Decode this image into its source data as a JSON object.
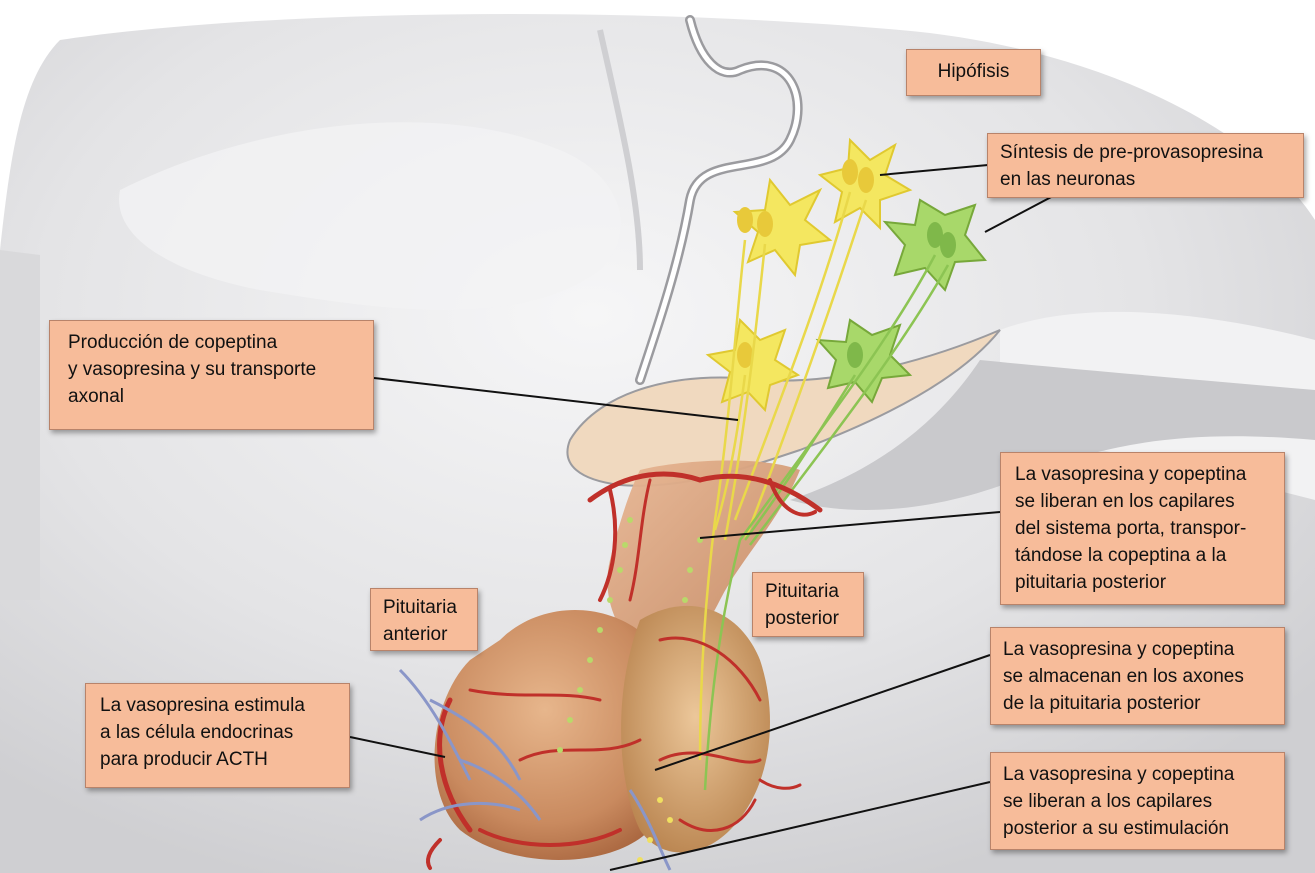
{
  "colors": {
    "label_fill": "#f7bc9a",
    "label_border": "#b8836a",
    "vessel_red": "#c0302a",
    "neuron_yellow": "#f2e34a",
    "neuron_green": "#9bd15a",
    "gland_tan": "#d9a57a",
    "brain_gray": "#e6e6e8"
  },
  "labels": {
    "hipofisis": [
      "Hipófisis"
    ],
    "sintesis": [
      "Síntesis de pre-provasopresina",
      "en las neuronas"
    ],
    "produccion": [
      "Producción de copeptina",
      "y vasopresina y su transporte",
      "axonal"
    ],
    "liberan_porta": [
      "La vasopresina y copeptina",
      "se liberan en los capilares",
      "del sistema porta, transpor-",
      "tándose la copeptina a la",
      "pituitaria posterior"
    ],
    "pituitaria_anterior": [
      "Pituitaria",
      "anterior"
    ],
    "pituitaria_posterior": [
      "Pituitaria",
      "posterior"
    ],
    "almacenan": [
      "La vasopresina y copeptina",
      "se almacenan en los axones",
      "de la pituitaria posterior"
    ],
    "estimula": [
      "La vasopresina estimula",
      "a las célula endocrinas",
      "para producir ACTH"
    ],
    "liberan_capilares": [
      "La vasopresina y copeptina",
      "se liberan a los capilares",
      "posterior a su estimulación"
    ]
  }
}
